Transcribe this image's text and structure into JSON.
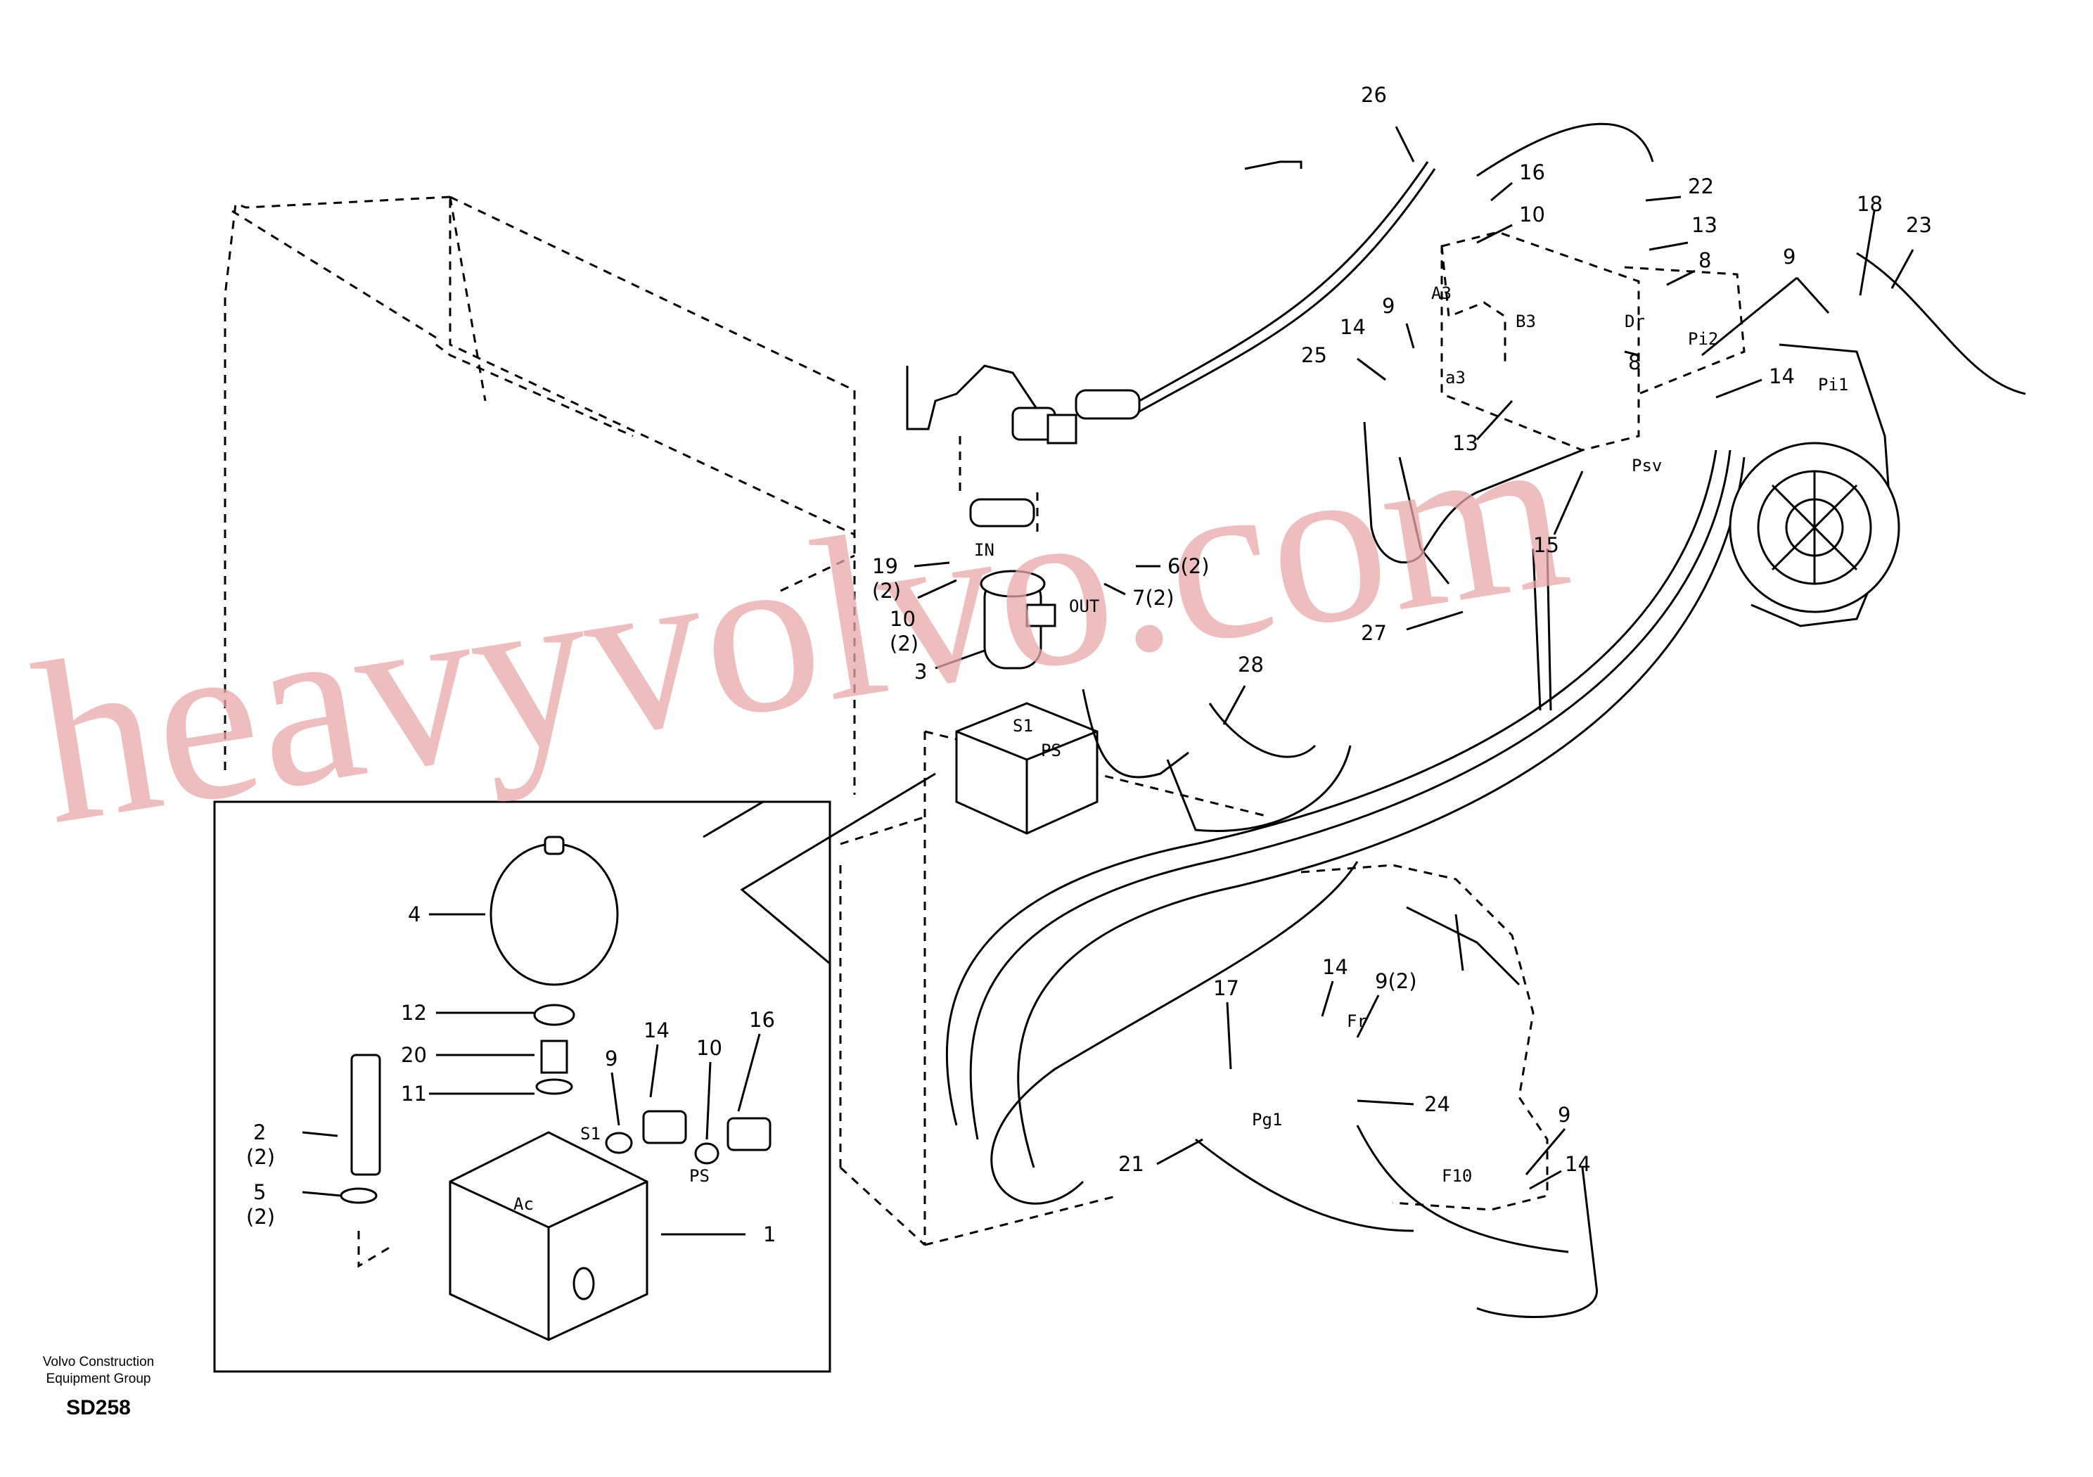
{
  "watermark": "heavyvolvo.com",
  "footer": {
    "company_line1": "Volvo Construction",
    "company_line2": "Equipment Group",
    "drawing_code": "SD258"
  },
  "callouts": {
    "c26": "26",
    "c16a": "16",
    "c10a": "10",
    "c22": "22",
    "c13a": "13",
    "c8a": "8",
    "c18": "18",
    "c23": "23",
    "c9a": "9",
    "c14a": "14",
    "c9b": "9",
    "c25": "25",
    "c8b": "8",
    "c13b": "13",
    "c15": "15",
    "c27": "27",
    "c14b": "14",
    "c6": "6(2)",
    "c7": "7(2)",
    "c19": "19",
    "c19q": "(2)",
    "c10b": "10",
    "c10bq": "(2)",
    "c3": "3",
    "c28": "28",
    "c4": "4",
    "c12": "12",
    "c20": "20",
    "c11": "11",
    "c2": "2",
    "c2q": "(2)",
    "c5": "5",
    "c5q": "(2)",
    "c1": "1",
    "c9c": "9",
    "c14c": "14",
    "c10c": "10",
    "c16b": "16",
    "c17": "17",
    "c14d": "14",
    "c92": "9(2)",
    "c24": "24",
    "c21": "21",
    "c9d": "9",
    "c14e": "14"
  },
  "ports": {
    "A3": "A3",
    "B3": "B3",
    "Dr": "Dr",
    "Pi2": "Pi2",
    "Pi1": "Pi1",
    "a3": "a3",
    "Psv": "Psv",
    "IN": "IN",
    "OUT": "OUT",
    "S1": "S1",
    "PS": "PS",
    "S1b": "S1",
    "PSb": "PS",
    "Ac": "Ac",
    "Pg1": "Pg1",
    "Fr": "Fr",
    "F10": "F10"
  }
}
